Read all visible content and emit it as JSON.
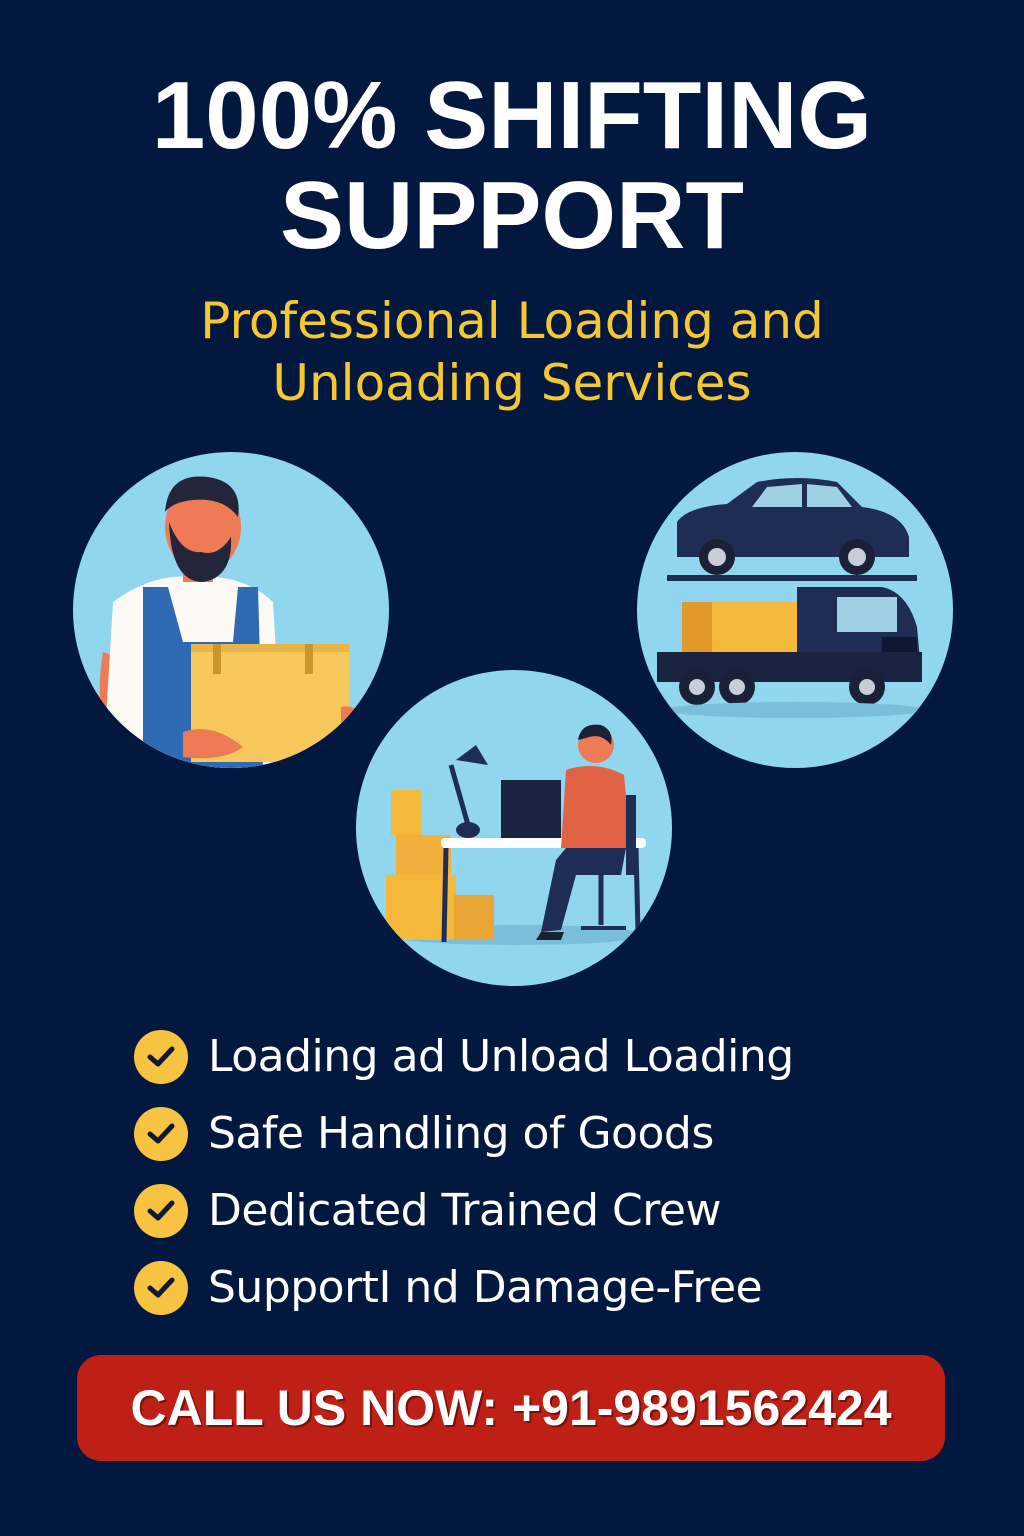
{
  "headline": {
    "line1": "100% SHIFTING",
    "line2": "SUPPORT"
  },
  "subheadline": {
    "line1": "Professional Loading and",
    "line2": "Unloading Services"
  },
  "illustrations": [
    {
      "name": "mover-with-box",
      "description": "Bearded worker in blue overalls holding a cardboard box"
    },
    {
      "name": "car-carrier-truck",
      "description": "Car loaded on top of a transport truck carrying goods"
    },
    {
      "name": "office-booking",
      "description": "Person at laptop on desk with stacked boxes and lamp"
    }
  ],
  "features": [
    {
      "icon": "check-circle-icon",
      "label": "Loading ad Unload Loading"
    },
    {
      "icon": "check-circle-icon",
      "label": "Safe Handling of Goods"
    },
    {
      "icon": "check-circle-icon",
      "label": "Dedicated Trained Crew"
    },
    {
      "icon": "check-circle-icon",
      "label": "SupportI nd Damage-Free"
    }
  ],
  "cta": {
    "label": "CALL US NOW: +91-9891562424"
  },
  "colors": {
    "background": "#02183e",
    "headline": "#ffffff",
    "subheadline": "#f5c833",
    "check_badge": "#f7c341",
    "circle_fill": "#8fd6ee",
    "cta_background": "#be2016"
  }
}
